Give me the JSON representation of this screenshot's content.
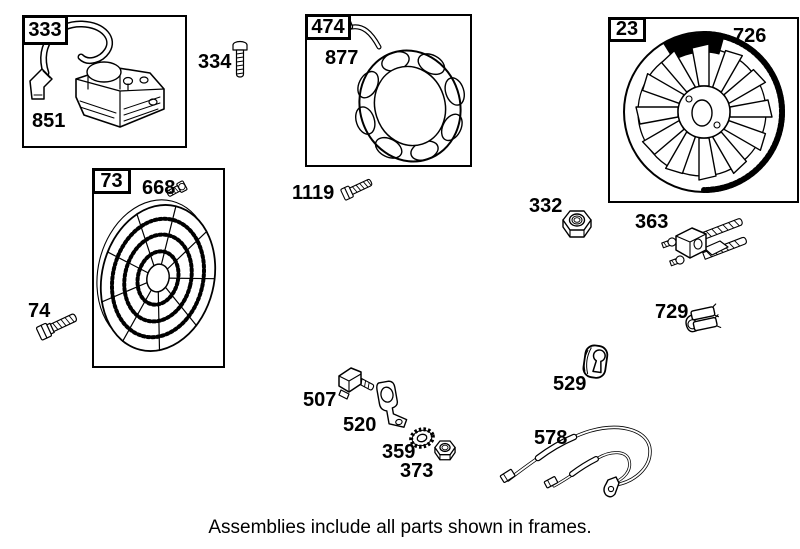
{
  "caption": "Assemblies include all parts shown in frames.",
  "colors": {
    "line": "#000000",
    "background": "#ffffff"
  },
  "frames": {
    "ignition_coil": {
      "label": "333",
      "part_coil": "851"
    },
    "stator": {
      "label": "474",
      "part_stator": "877"
    },
    "flywheel": {
      "label": "23",
      "part_flywheel": "726"
    },
    "screen": {
      "label": "73",
      "part_screw": "668"
    }
  },
  "parts": {
    "screw_334": "334",
    "screw_1119": "1119",
    "nut_332": "332",
    "bracket_363": "363",
    "clamp_729": "729",
    "bolt_74": "74",
    "switch_507": "507",
    "bracket_520": "520",
    "washer_359": "359",
    "nut_373": "373",
    "grommet_529": "529",
    "wire_578": "578"
  }
}
